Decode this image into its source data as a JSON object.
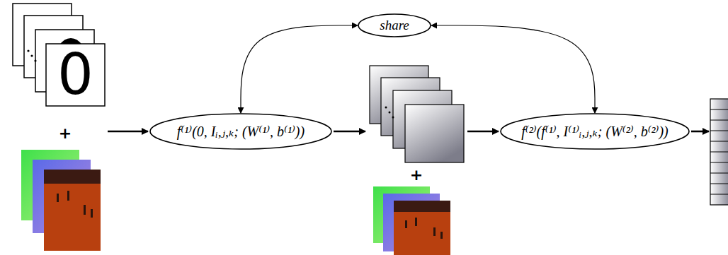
{
  "diagram": {
    "nodes": [
      {
        "text": [
          "share"
        ]
      },
      {
        "text": [
          "f⁽¹⁾(0, Iᵢ,ⱼ,ₖ; (W⁽¹⁾, b⁽¹⁾))"
        ]
      },
      {
        "text": [
          "f⁽²⁾(f⁽¹⁾, I⁽¹⁾ᵢ,ⱼ,ₖ; (W⁽²⁾, b⁽²⁾))"
        ]
      }
    ],
    "edges": [
      {
        "from": 0,
        "to": 1,
        "arrow": "both"
      },
      {
        "from": 0,
        "to": 2,
        "arrow": "both"
      }
    ],
    "labels": [
      "0",
      "+",
      "+"
    ]
  }
}
